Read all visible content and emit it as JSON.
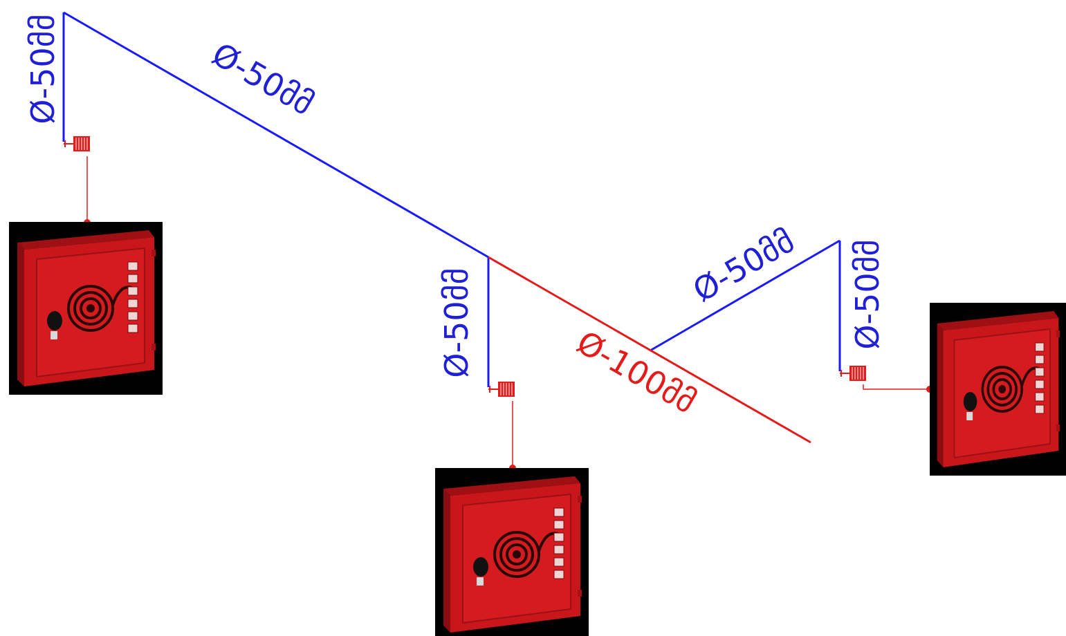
{
  "colors": {
    "branch_pipe": "#1a1aff",
    "main_pipe": "#e31b1b",
    "cabinet_red": "#c8161b",
    "background": "#ffffff"
  },
  "labels": {
    "riser_left": "Ø-50მმ",
    "branch_upper": "Ø-50მმ",
    "riser_middle": "Ø-50მმ",
    "main_pipe": "Ø-100მმ",
    "branch_right": "Ø-50მმ",
    "riser_right": "Ø-50მმ"
  },
  "components": {
    "hose_reel_icon": "hose-reel-icon",
    "cabinet_icon": "fire-hose-cabinet-icon",
    "cabinet_count": 3
  }
}
